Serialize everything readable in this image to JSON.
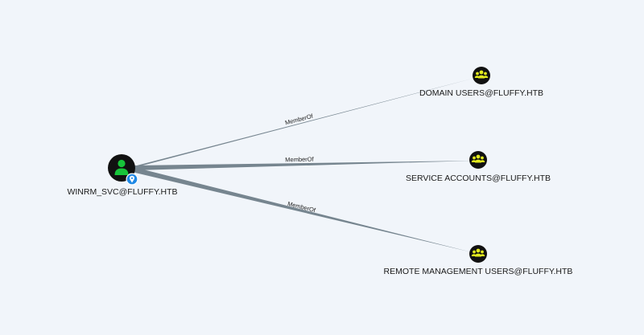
{
  "colors": {
    "background": "#f1f5fa",
    "edge": "#76858f",
    "node_ring": "#111111",
    "user_fill": "#17c43a",
    "group_fill": "#e2ea1e",
    "owned_marker": "#1e88e5"
  },
  "source": {
    "label": "WINRM_SVC@FLUFFY.HTB",
    "icon": "user-icon",
    "badge_icon": "map-pin-icon"
  },
  "targets": [
    {
      "label": "DOMAIN USERS@FLUFFY.HTB",
      "icon": "group-icon",
      "edge_label": "MemberOf"
    },
    {
      "label": "SERVICE ACCOUNTS@FLUFFY.HTB",
      "icon": "group-icon",
      "edge_label": "MemberOf"
    },
    {
      "label": "REMOTE MANAGEMENT USERS@FLUFFY.HTB",
      "icon": "group-icon",
      "edge_label": "MemberOf"
    }
  ]
}
